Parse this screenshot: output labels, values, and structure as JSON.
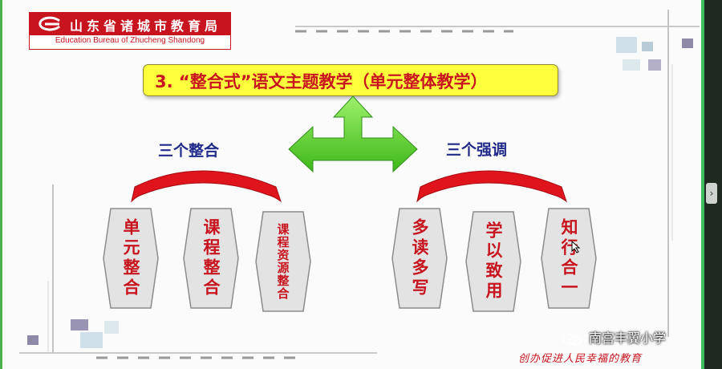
{
  "logo": {
    "name_cn": "山东省诸城市教育局",
    "name_en": "Education Bureau of Zhucheng Shandong"
  },
  "title": "3. “整合式”语文主题教学（单元整体教学）",
  "left": {
    "heading": "三个整合",
    "items": [
      "单元整合",
      "课程整合",
      "课程资源整合"
    ]
  },
  "right": {
    "heading": "三个强调",
    "items": [
      "多读多写",
      "学以致用",
      "知行合一"
    ]
  },
  "footer": {
    "watermark": "南宫丰翼小学",
    "slogan": "创办促进人民幸福的教育"
  },
  "icons": [
    "education-bureau-logo",
    "wechat-icon",
    "expand-arrow-icon"
  ],
  "colors": {
    "accent_red": "#c8141e",
    "title_yellow": "#ffff3d",
    "arrow_green": "#5fd12a",
    "heading_blue": "#1f2a8a"
  }
}
